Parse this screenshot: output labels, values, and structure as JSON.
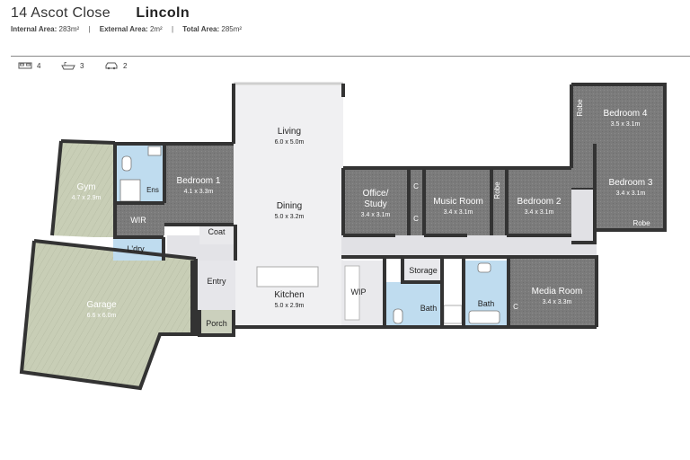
{
  "header": {
    "address": "14 Ascot Close",
    "suburb": "Lincoln",
    "internal_label": "Internal Area:",
    "internal_value": "283m²",
    "external_label": "External Area:",
    "external_value": "2m²",
    "total_label": "Total Area:",
    "total_value": "285m²"
  },
  "features": {
    "bedrooms": "4",
    "bathrooms": "3",
    "cars": "2"
  },
  "colors": {
    "wall": "#333333",
    "carpet": "#7d7d7d",
    "garage": "#c9cfb9",
    "wet": "#bfdcef",
    "hall": "#e1e1e5",
    "floor": "#f0f0f2"
  },
  "rooms": {
    "gym_name": "Gym",
    "gym_dim": "4.7 x 2.9m",
    "bed1_name": "Bedroom 1",
    "bed1_dim": "4.1 x 3.3m",
    "ens": "Ens",
    "wir": "WIR",
    "ldry": "L'dry",
    "coat": "Coat",
    "garage_name": "Garage",
    "garage_dim": "6.6 x 6.0m",
    "entry": "Entry",
    "porch": "Porch",
    "living_name": "Living",
    "living_dim": "6.0 x 5.0m",
    "dining_name": "Dining",
    "dining_dim": "5.0 x 3.2m",
    "kitchen_name": "Kitchen",
    "kitchen_dim": "5.0 x 2.9m",
    "office_name_1": "Office/",
    "office_name_2": "Study",
    "office_dim": "3.4 x 3.1m",
    "cupboard": "C",
    "music_name": "Music Room",
    "music_dim": "3.4 x 3.1m",
    "robe": "Robe",
    "bed2_name": "Bedroom 2",
    "bed2_dim": "3.4 x 3.1m",
    "bed4_name": "Bedroom 4",
    "bed4_dim": "3.5 x 3.1m",
    "bed3_name": "Bedroom 3",
    "bed3_dim": "3.4 x 3.1m",
    "wip": "WIP",
    "storage": "Storage",
    "bath": "Bath",
    "media_name": "Media Room",
    "media_dim": "3.4 x 3.3m"
  }
}
